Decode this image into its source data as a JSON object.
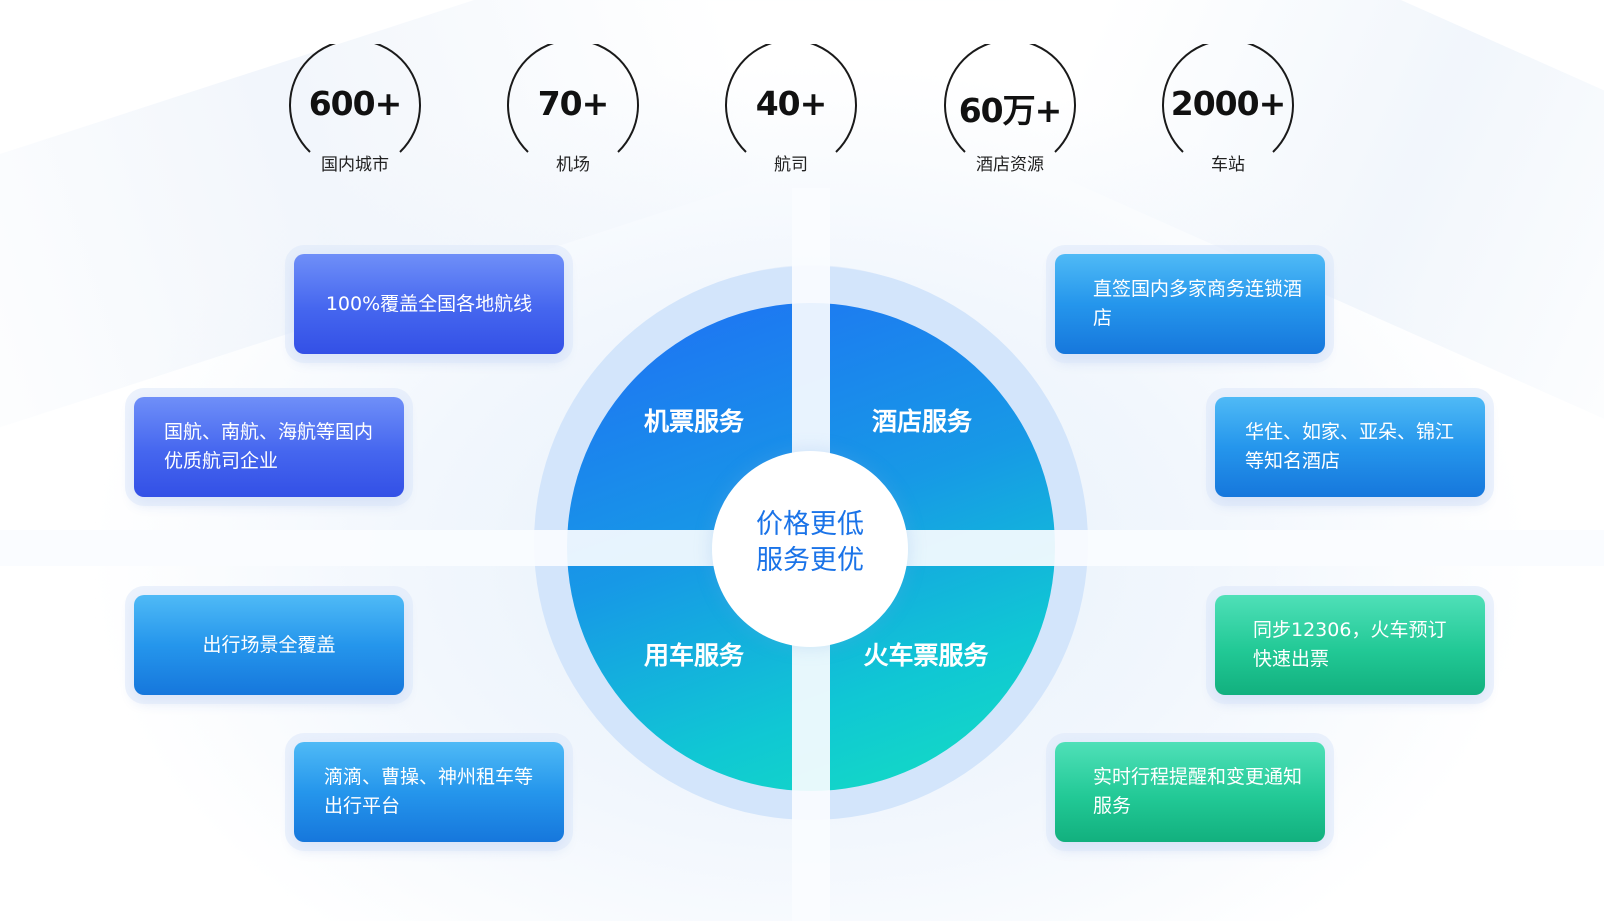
{
  "stats": [
    {
      "value": "600+",
      "label": "国内城市"
    },
    {
      "value": "70+",
      "label": "机场"
    },
    {
      "value": "40+",
      "label": "航司"
    },
    {
      "value": "60万+",
      "label": "酒店资源"
    },
    {
      "value": "2000+",
      "label": "车站"
    }
  ],
  "center": {
    "line1": "价格更低",
    "line2": "服务更优"
  },
  "quadrants": {
    "flight": "机票服务",
    "hotel": "酒店服务",
    "car": "用车服务",
    "train": "火车票服务"
  },
  "features": {
    "flight_coverage": "100%覆盖全国各地航线",
    "flight_airlines": "国航、南航、海航等国内优质航司企业",
    "car_scenes": "出行场景全覆盖",
    "car_platforms": "滴滴、曹操、神州租车等出行平台",
    "hotel_direct": "直签国内多家商务连锁酒店",
    "hotel_brands": "华住、如家、亚朵、锦江等知名酒店",
    "train_sync": "同步12306，火车预订快速出票",
    "train_notify": "实时行程提醒和变更通知服务"
  },
  "colors": {
    "box_purple": "#4566ef",
    "box_blue": "#2596ec",
    "box_green": "#22c996",
    "center_text": "#1a73e8"
  }
}
